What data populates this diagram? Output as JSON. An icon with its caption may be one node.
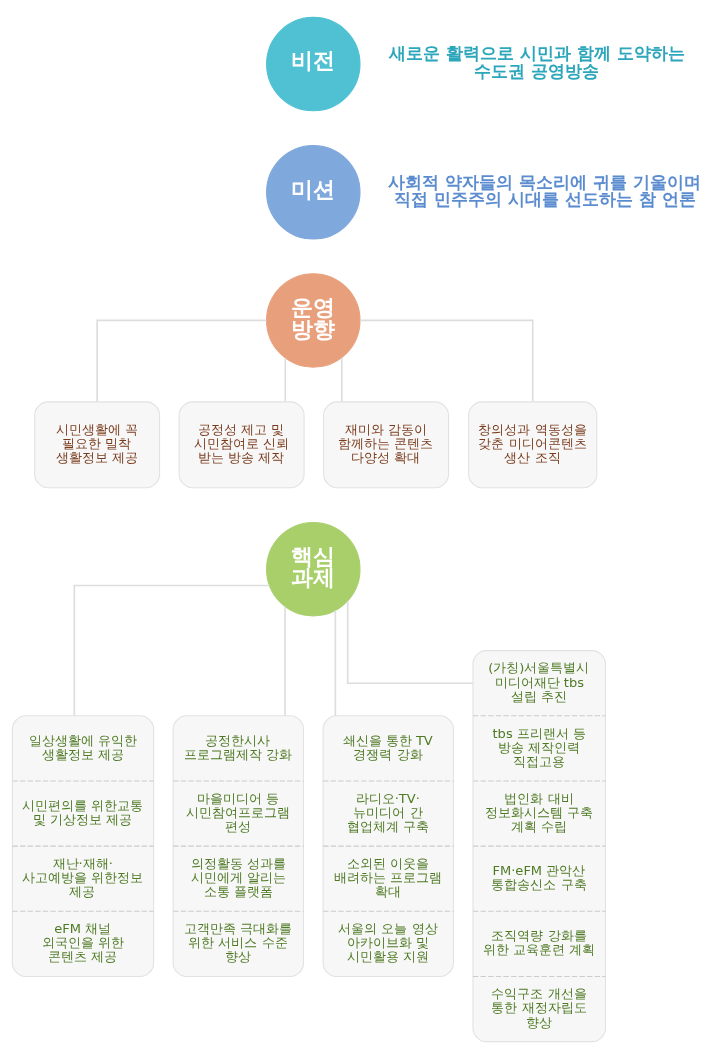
{
  "diagram": {
    "nodes": [
      {
        "text": [
          "비전"
        ],
        "beside": [
          "새로운 활력으로 시민과 함께 도약하는 수도권 공영방송"
        ]
      },
      {
        "text": [
          "미션"
        ],
        "beside": [
          "사회적 약자들의 목소리에 귀를 기울이며 직접 민주주의 시대를 선도하는 참 언론"
        ]
      },
      {
        "text": [
          "운영 방향"
        ]
      },
      {
        "text": [
          "시민생활에 꼭 필요한 밀착 생활정보 제공"
        ]
      },
      {
        "text": [
          "공정성 제고 및 시민참여로 신뢰 받는 방송 제작"
        ]
      },
      {
        "text": [
          "재미와 감동이 함께하는 콘텐츠 다양성 확대"
        ]
      },
      {
        "text": [
          "창의성과 역동성을 갖춘 미디어콘텐츠 생산 조직"
        ]
      },
      {
        "text": [
          "핵심 과제"
        ]
      },
      {
        "text": [
          "일상생활에 유익한 생활정보 제공",
          "시민편의를 위한교통 및 기상정보 제공",
          "재난·재해· 사고예방을 위한정보 제공",
          "eFM 채널 외국인을 위한 콘텐츠 제공"
        ]
      },
      {
        "text": [
          "공정한시사 프로그램제작 강화",
          "마을미디어 등 시민참여프로그램 편성",
          "의정활동 성과를 시민에게 알리는 소통 플랫폼",
          "고객만족 극대화를 위한 서비스 수준 향상"
        ]
      },
      {
        "text": [
          "쇄신을 통한 TV 경쟁력 강화",
          "라디오·TV· 뉴미디어 간 협업체계 구축",
          "소외된 이웃을 배려하는 프로그램 확대",
          "서울의 오늘 영상 아카이브화 및 시민활용 지원"
        ]
      },
      {
        "text": [
          "(가칭)서울특별시 미디어재단 tbs 설립 추진",
          "tbs 프리랜서 등 방송 제작인력 직접고용",
          "법인화 대비 정보화시스템 구축 계획 수립",
          "FM·eFM 관악산 통합송신소 구축",
          "조직역량 강화를 위한 교육훈련 계획",
          "수익구조 개선을 통한 재정자립도 향상"
        ]
      }
    ],
    "edges": [
      {
        "from": 2,
        "to": 3,
        "arrow": "none"
      },
      {
        "from": 2,
        "to": 4,
        "arrow": "none"
      },
      {
        "from": 2,
        "to": 5,
        "arrow": "none"
      },
      {
        "from": 2,
        "to": 6,
        "arrow": "none"
      },
      {
        "from": 7,
        "to": 8,
        "arrow": "none"
      },
      {
        "from": 7,
        "to": 9,
        "arrow": "none"
      },
      {
        "from": 7,
        "to": 10,
        "arrow": "none"
      },
      {
        "from": 7,
        "to": 11,
        "arrow": "none"
      }
    ]
  }
}
